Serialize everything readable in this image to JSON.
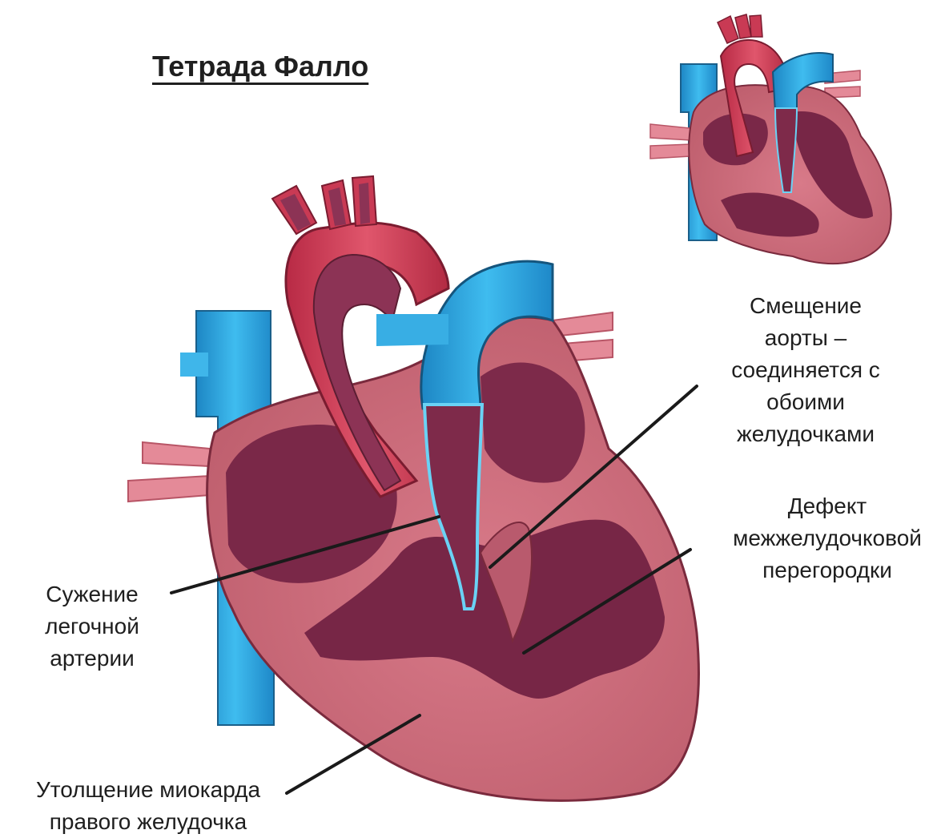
{
  "title": "Тетрада Фалло",
  "labels": {
    "aorta_override": [
      "Смещение",
      "аорты –",
      "соединяется с",
      "обоими",
      "желудочками"
    ],
    "vsd": [
      "Дефект",
      "межжелудочковой",
      "перегородки"
    ],
    "pulmonary_stenosis": [
      "Сужение",
      "легочной",
      "артерии"
    ],
    "rv_hypertrophy": [
      "Утолщение миокарда",
      "правого желудочка"
    ]
  },
  "colors": {
    "myocardium": "#cf6e7e",
    "myocardium_dark": "#8a2f4a",
    "chamber": "#6e2440",
    "artery_red": "#d8425a",
    "vein_blue": "#2aa6dc",
    "pulmonary_pink": "#e9808f",
    "outline": "#4a1f2a"
  }
}
